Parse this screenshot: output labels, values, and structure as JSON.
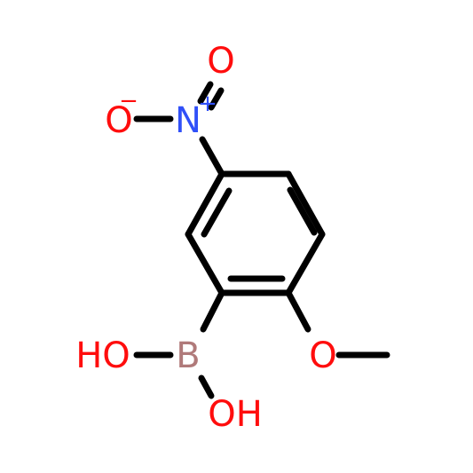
{
  "molecule": {
    "atoms": {
      "nitro_o_top": {
        "symbol": "O",
        "color": "#ff0d0d"
      },
      "nitro_o_left": {
        "symbol": "O",
        "color": "#ff0d0d",
        "charge": "−"
      },
      "nitro_n": {
        "symbol": "N",
        "color": "#3050f8",
        "charge": "+"
      },
      "boron": {
        "symbol": "B",
        "color": "#b07a7a"
      },
      "hydroxyl_1": {
        "symbol": "HO",
        "color": "#ff0d0d"
      },
      "hydroxyl_2": {
        "symbol": "OH",
        "color": "#ff0d0d"
      },
      "methoxy_o": {
        "symbol": "O",
        "color": "#ff0d0d"
      }
    }
  }
}
